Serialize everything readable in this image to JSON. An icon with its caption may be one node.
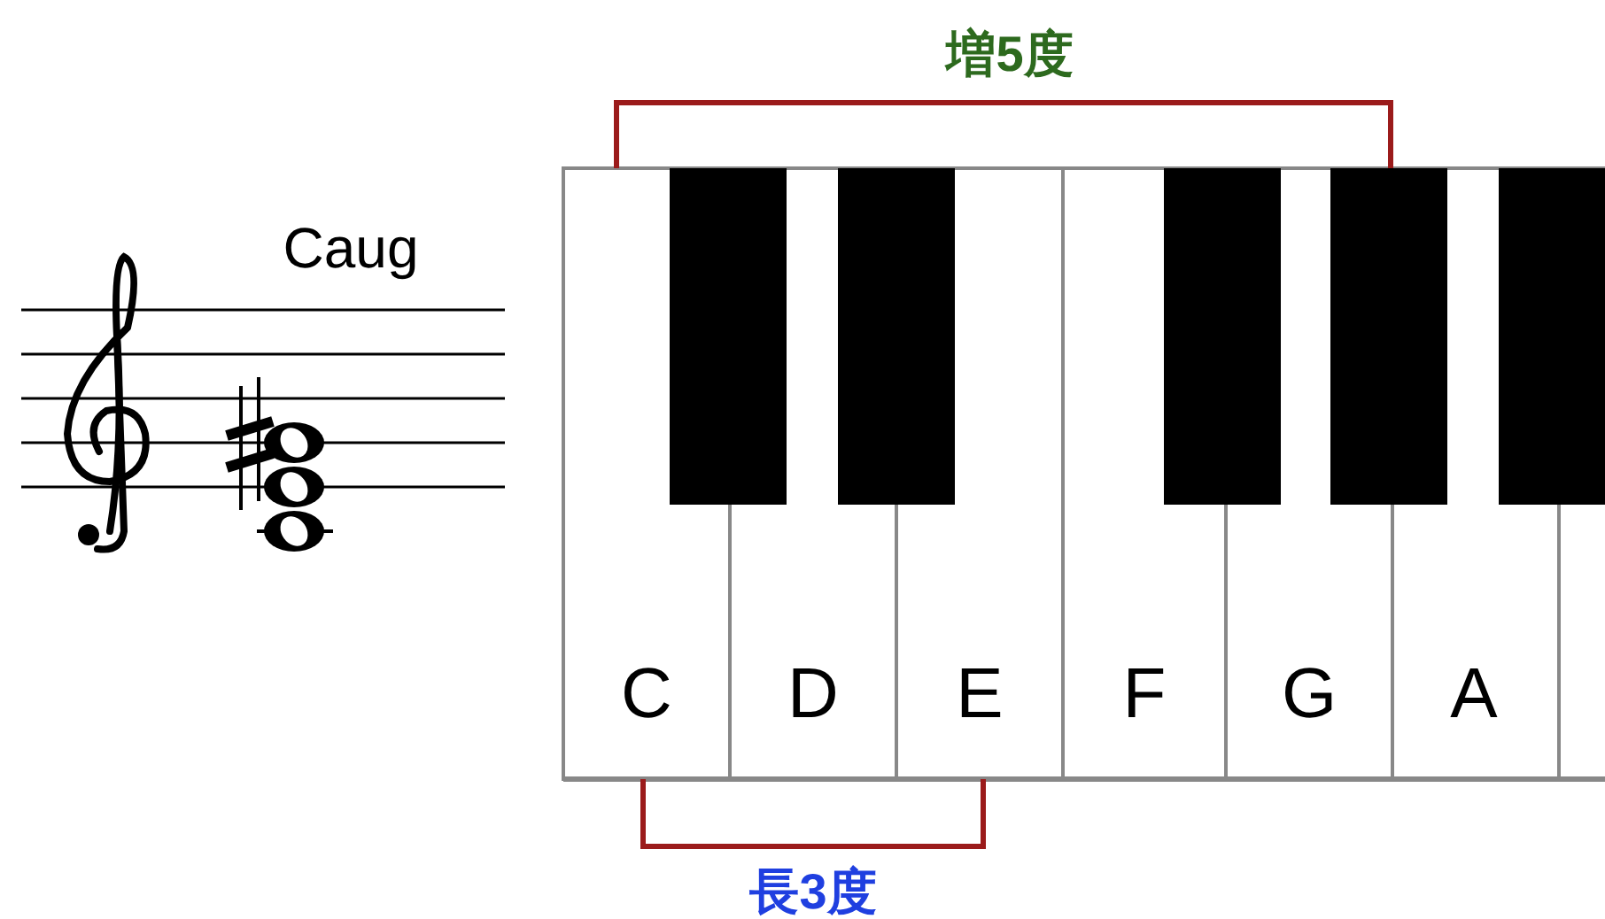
{
  "diagram": {
    "labels": [
      "増5度",
      "Caug",
      "C",
      "D",
      "E",
      "F",
      "G",
      "A",
      "長3度"
    ]
  }
}
